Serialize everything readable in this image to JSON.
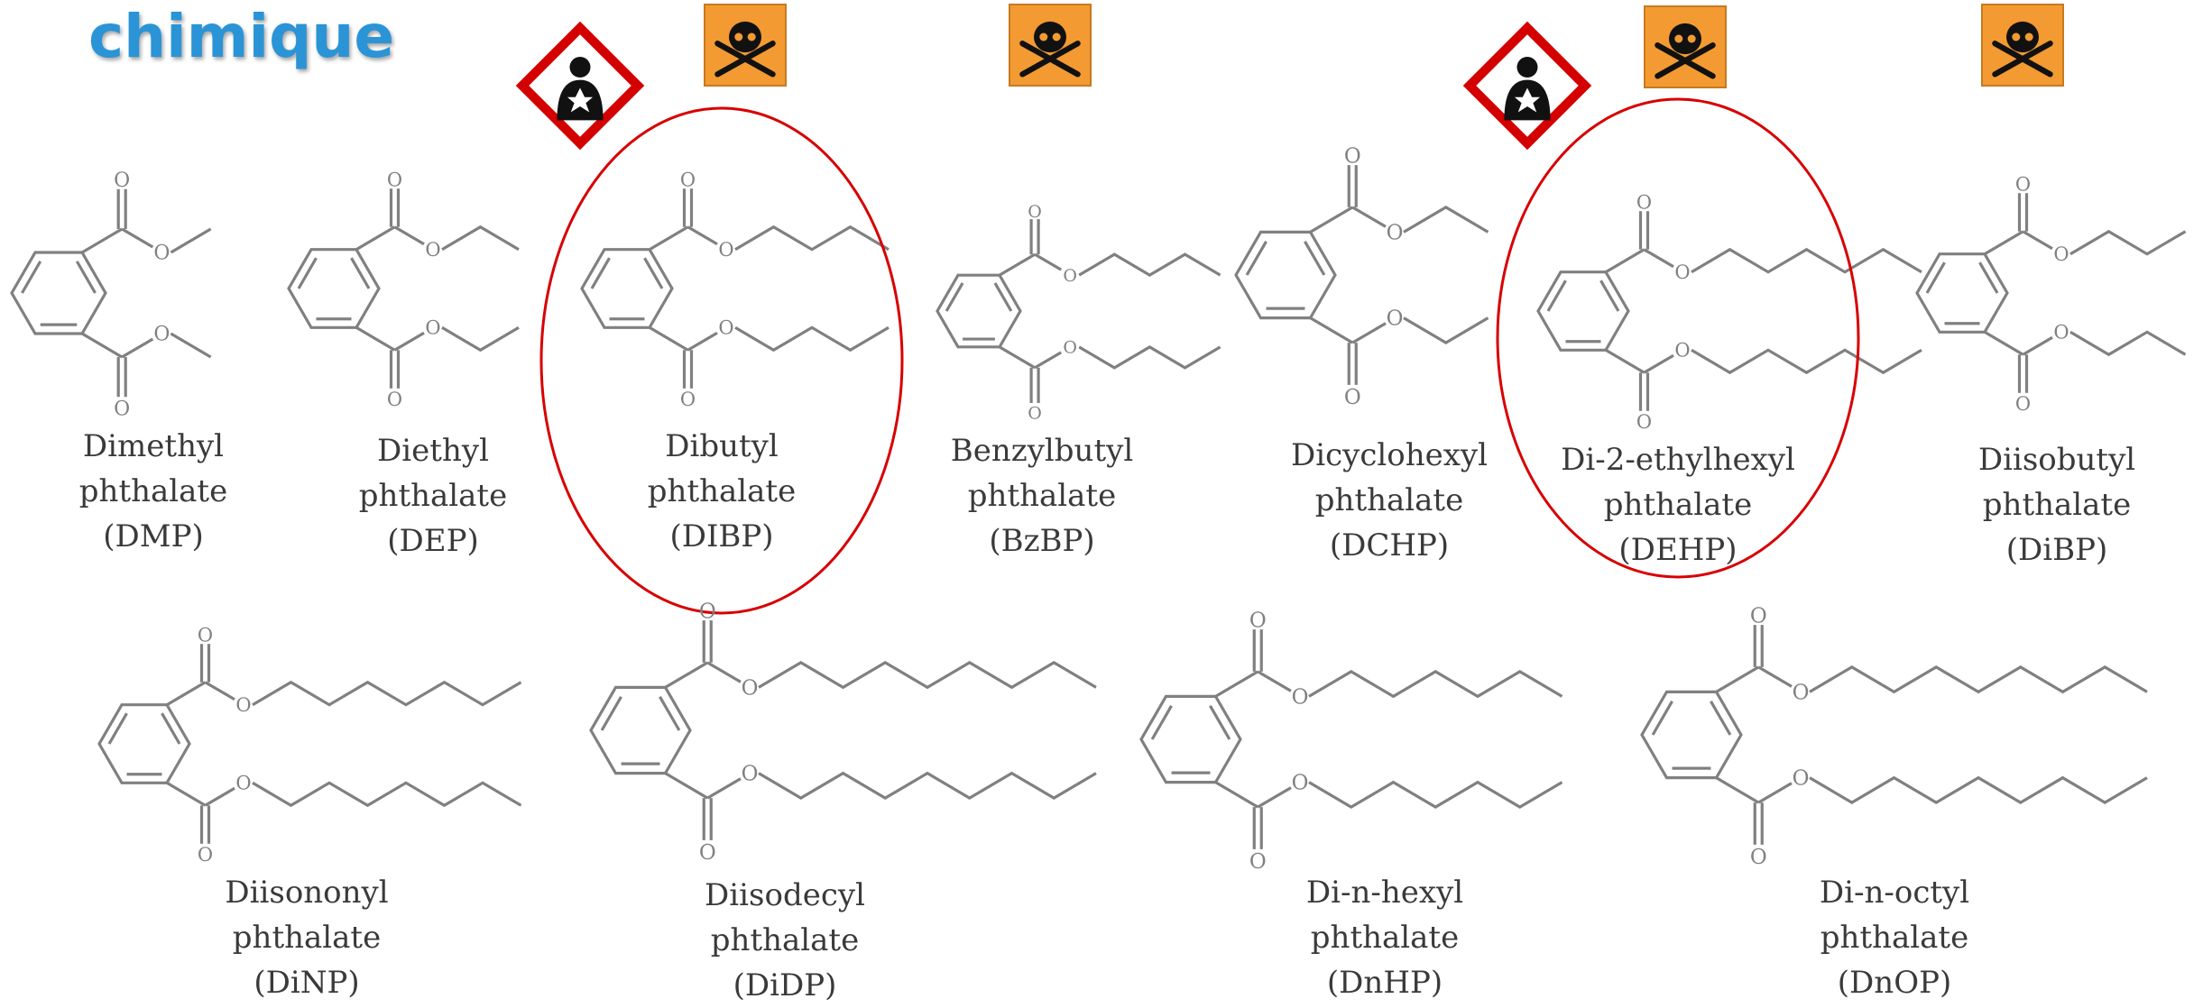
{
  "title": "chimique",
  "colors": {
    "title": "#2a94d6",
    "highlight_ellipse": "#d80000",
    "structure_line": "#808080",
    "hazard_orange": "#f39a32",
    "ghs_red": "#d40000"
  },
  "hazard_icons": [
    {
      "type": "health-hazard"
    },
    {
      "type": "skull-crossbones"
    },
    {
      "type": "skull-crossbones"
    },
    {
      "type": "health-hazard"
    },
    {
      "type": "skull-crossbones"
    },
    {
      "type": "skull-crossbones"
    }
  ],
  "compounds": [
    {
      "id": "dmp",
      "name": [
        "Dimethyl",
        "phthalate",
        "(DMP)"
      ],
      "highlighted": false
    },
    {
      "id": "dep",
      "name": [
        "Diethyl",
        "phthalate",
        "(DEP)"
      ],
      "highlighted": false
    },
    {
      "id": "dibp1",
      "name": [
        "Dibutyl",
        "phthalate",
        "(DIBP)"
      ],
      "highlighted": true
    },
    {
      "id": "bzbp",
      "name": [
        "Benzylbutyl",
        "phthalate",
        "(BzBP)"
      ],
      "highlighted": false
    },
    {
      "id": "dchp",
      "name": [
        "Dicyclohexyl",
        "phthalate",
        "(DCHP)"
      ],
      "highlighted": false
    },
    {
      "id": "dehp",
      "name": [
        "Di-2-ethylhexyl",
        "phthalate",
        "(DEHP)"
      ],
      "highlighted": true
    },
    {
      "id": "dibp2",
      "name": [
        "Diisobutyl",
        "phthalate",
        "(DiBP)"
      ],
      "highlighted": false
    },
    {
      "id": "dinp",
      "name": [
        "Diisononyl",
        "phthalate",
        "(DiNP)"
      ],
      "highlighted": false
    },
    {
      "id": "didp",
      "name": [
        "Diisodecyl",
        "phthalate",
        "(DiDP)"
      ],
      "highlighted": false
    },
    {
      "id": "dnhp",
      "name": [
        "Di-n-hexyl",
        "phthalate",
        "(DnHP)"
      ],
      "highlighted": false
    },
    {
      "id": "dnop",
      "name": [
        "Di-n-octyl",
        "phthalate",
        "(DnOP)"
      ],
      "highlighted": false
    }
  ]
}
